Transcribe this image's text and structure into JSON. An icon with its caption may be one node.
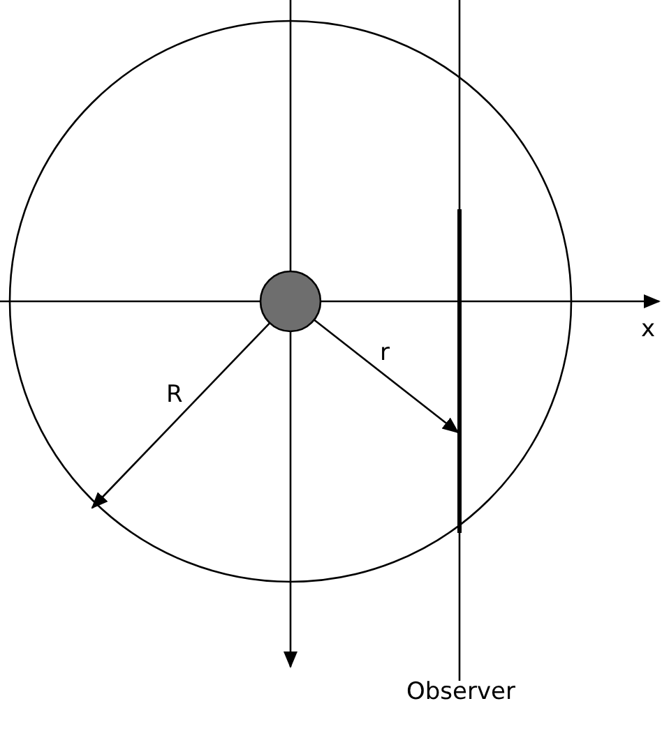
{
  "diagram": {
    "nodes": [
      {
        "text": [],
        "shape": "circle"
      },
      {
        "text": [],
        "shape": "circle",
        "in": 0
      },
      {
        "text": [
          "Observer"
        ]
      }
    ],
    "edges": [
      {
        "from": 1,
        "to": 0,
        "arrow": "to",
        "label": "R"
      },
      {
        "from": 1,
        "to": 2,
        "arrow": "to",
        "label": "r"
      }
    ],
    "labels": [
      "x"
    ]
  }
}
